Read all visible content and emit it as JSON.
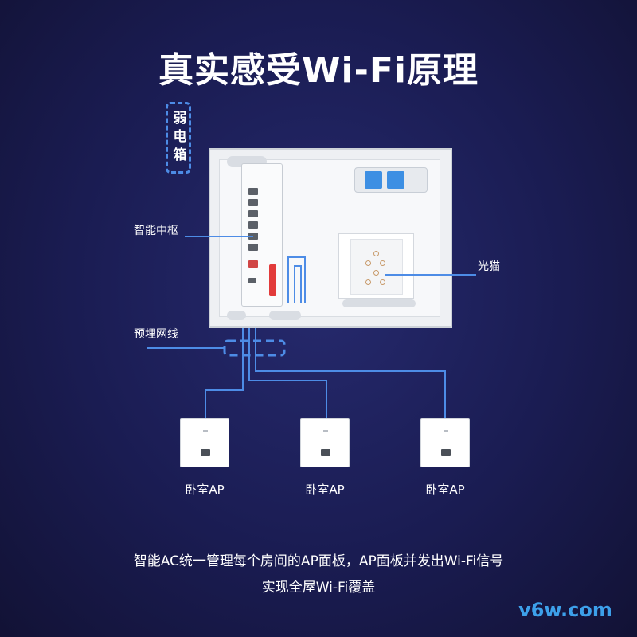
{
  "title": "真实感受Wi-Fi原理",
  "cabinet_label": "弱电箱",
  "labels": {
    "hub": "智能中枢",
    "modem": "光猫",
    "cable": "预埋网线"
  },
  "ap_panels": [
    {
      "label": "卧室AP"
    },
    {
      "label": "卧室AP"
    },
    {
      "label": "卧室AP"
    }
  ],
  "description": {
    "line1": "智能AC统一管理每个房间的AP面板，AP面板并发出Wi-Fi信号",
    "line2": "实现全屋Wi-Fi覆盖"
  },
  "watermark": "v6w.com",
  "colors": {
    "background": "#1a1c52",
    "wire": "#4d8ce6",
    "accent": "#3da0ea",
    "socket": "#3d8fe3"
  }
}
